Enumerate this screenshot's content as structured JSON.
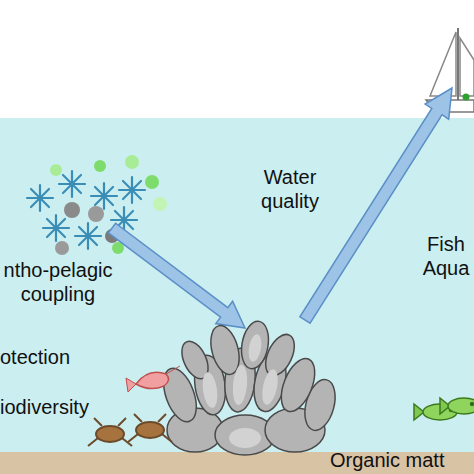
{
  "diagram": {
    "labels": [
      "ntho-pelagic coupling",
      "Water quality",
      "Fish Aqua",
      "otection",
      "iodiversity",
      "Organic matt"
    ]
  }
}
